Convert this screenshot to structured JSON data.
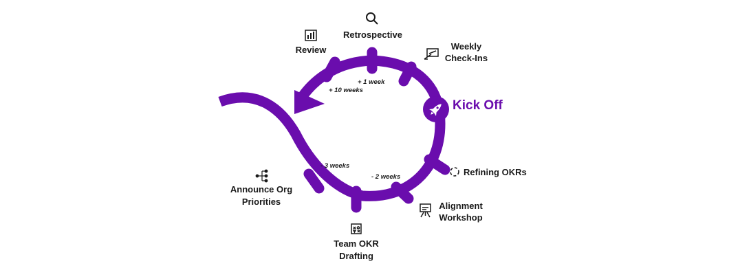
{
  "diagram": {
    "accent_color": "#6a0dad",
    "milestones": {
      "kick_off": "Kick Off",
      "retrospective": "Retrospective",
      "review": "Review",
      "weekly_1": "Weekly",
      "weekly_2": "Check-Ins",
      "refining": "Refining OKRs",
      "alignment_1": "Alignment",
      "alignment_2": "Workshop",
      "drafting_1": "Team OKR",
      "drafting_2": "Drafting",
      "announce_1": "Announce Org",
      "announce_2": "Priorities"
    },
    "offsets": {
      "plus_1_week": "+ 1 week",
      "plus_10_weeks": "+ 10 weeks",
      "minus_3_weeks": "- 3 weeks",
      "minus_2_weeks": "- 2 weeks"
    },
    "icons": [
      "magnifier-icon",
      "bar-chart-icon",
      "presentation-hand-icon",
      "rocket-icon",
      "dotted-circle-icon",
      "easel-chart-icon",
      "brainstorm-board-icon",
      "hierarchy-icon"
    ]
  }
}
